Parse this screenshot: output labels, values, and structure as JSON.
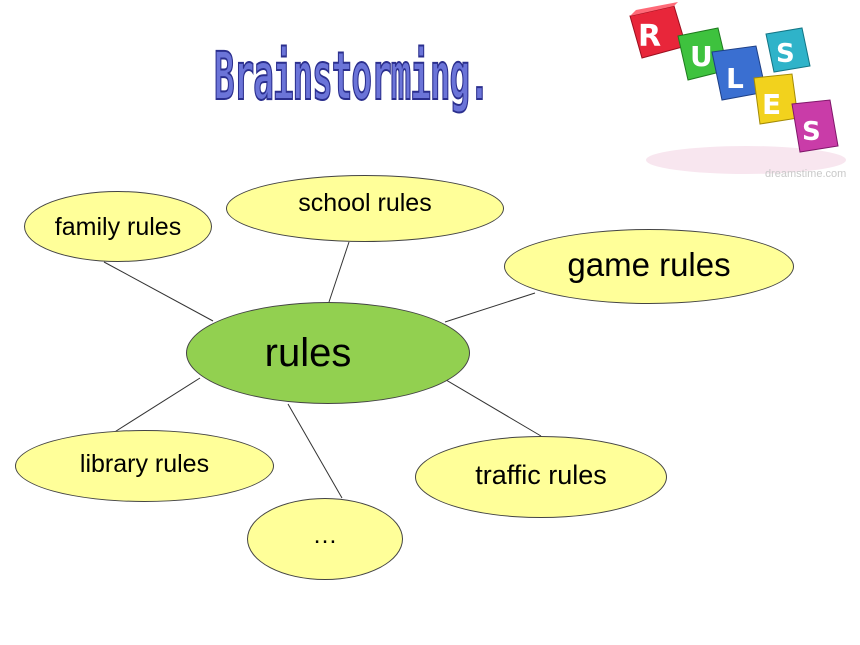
{
  "title": "Brainstorming.",
  "diagram": {
    "center": "rules",
    "nodes": [
      "family rules",
      "school rules",
      "game rules",
      "library rules",
      "…",
      "traffic rules"
    ]
  },
  "logo": {
    "letters": [
      "R",
      "U",
      "L",
      "E",
      "S",
      "S"
    ],
    "watermark": "dreamstime.com"
  },
  "colors": {
    "node_fill": "#ffff99",
    "hub_fill": "#92d050",
    "title": "#6b74d8"
  }
}
